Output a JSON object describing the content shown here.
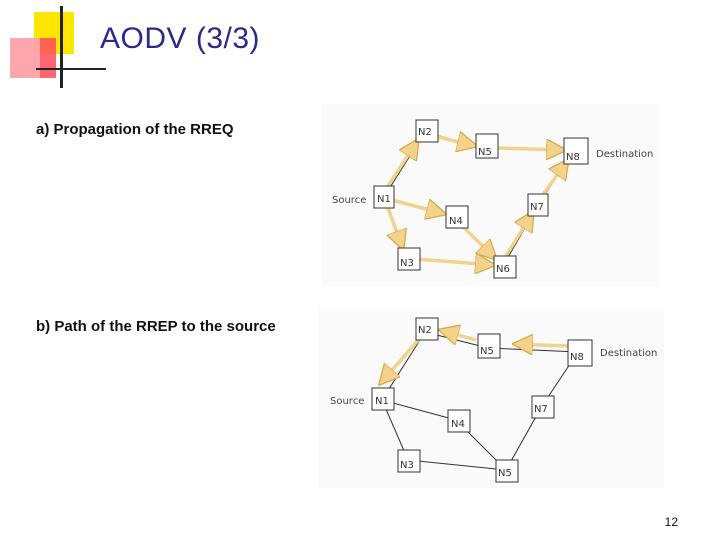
{
  "slide": {
    "title": "AODV (3/3)",
    "page_number": "12"
  },
  "colors": {
    "title": "#2a2a8c",
    "arrow": "#f3d28c",
    "link": "#333333",
    "logo_yellow": "#ffe600",
    "logo_red": "#ff4a5a"
  },
  "diagram_a": {
    "caption": "a) Propagation of the RREQ",
    "source_label": "Source",
    "destination_label": "Destination",
    "nodes": {
      "n1": "N1",
      "n2": "N2",
      "n3": "N3",
      "n4": "N4",
      "n5": "N5",
      "n6": "N6",
      "n7": "N7",
      "n8": "N8"
    }
  },
  "diagram_b": {
    "caption": "b) Path of the RREP to the source",
    "source_label": "Source",
    "destination_label": "Destination",
    "nodes": {
      "n1": "N1",
      "n2": "N2",
      "n3": "N3",
      "n4": "N4",
      "n5": "N5",
      "n6": "N5",
      "n7": "N7",
      "n8": "N8"
    }
  }
}
